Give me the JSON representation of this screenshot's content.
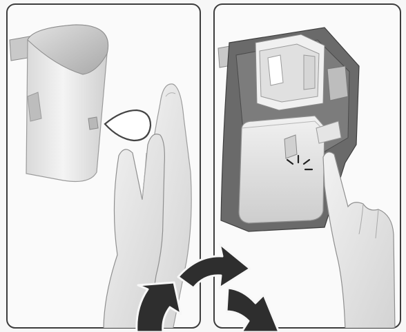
{
  "figure": {
    "panels": [
      {
        "id": "left",
        "depicts": "hands-under-dispenser",
        "icons": [
          "dispenser-icon",
          "droplet-icon",
          "cupped-hands-icon"
        ]
      },
      {
        "id": "right",
        "depicts": "press-cartridge-release",
        "icons": [
          "opened-dispenser-icon",
          "cartridge-icon",
          "pointing-finger-icon",
          "click-indicator-icon"
        ]
      }
    ],
    "overlay_icon": "recycle-arrows-icon",
    "colors": {
      "background": "#f7f7f7",
      "panel_border": "#3c3c3c",
      "housing_dark": "#6a6a6a",
      "plastic_light": "#e8e8e8",
      "skin": "#ececec",
      "arrow_dark": "#2e2e2e"
    }
  }
}
